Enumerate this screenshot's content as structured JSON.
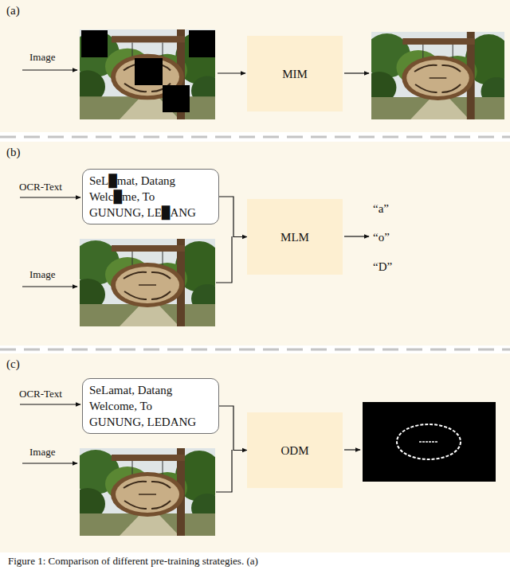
{
  "diagram": {
    "caption": "Figure 1: Comparison of different pre-training strategies. (a)",
    "nodes": [
      {
        "text": [
          "(a)"
        ]
      },
      {
        "text": [
          "MIM"
        ],
        "in": 0
      },
      {
        "text": [
          "(b)"
        ]
      },
      {
        "text": [
          "SeL█mat, Datang",
          "Welc█me, To",
          "GUNUNG, LE█ANG"
        ],
        "in": 2
      },
      {
        "text": [
          "MLM"
        ],
        "in": 2
      },
      {
        "text": [
          "(c)"
        ]
      },
      {
        "text": [
          "SeLamat, Datang",
          "Welcome, To",
          "GUNUNG, LEDANG"
        ],
        "in": 5
      },
      {
        "text": [
          "ODM"
        ],
        "in": 5
      }
    ],
    "edges": [
      {
        "from": 3,
        "to": 4,
        "arrow": "to"
      },
      {
        "from": 6,
        "to": 7,
        "arrow": "to"
      }
    ],
    "labels": [
      "Image",
      "OCR-Text",
      "Image",
      "“a”",
      "“o”",
      "“D”",
      "OCR-Text",
      "Image"
    ]
  }
}
